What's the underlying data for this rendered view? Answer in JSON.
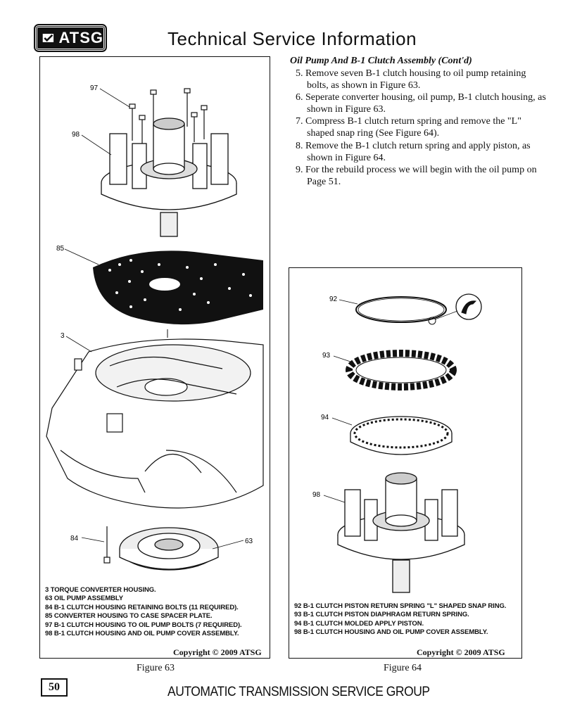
{
  "header": {
    "logo_text": "ATSG",
    "title": "Technical Service Information"
  },
  "section": {
    "heading": "Oil Pump And B-1 Clutch Assembly (Cont'd)",
    "steps": [
      "5. Remove seven B-1 clutch housing to oil pump retaining bolts, as shown in Figure 63.",
      "6. Seperate converter housing, oil pump, B-1 clutch housing, as shown in Figure 63.",
      "7. Compress B-1 clutch return spring and remove the \"L\" shaped snap ring  (See Figure 64).",
      "8. Remove the B-1 clutch return spring and apply piston, as shown in Figure 64.",
      "9. For the rebuild process we will begin with the oil pump on Page 51."
    ]
  },
  "figure63": {
    "callouts": {
      "c97": "97",
      "c98": "98",
      "c85": "85",
      "c3": "3",
      "c84": "84",
      "c63": "63"
    },
    "legend": [
      "3  TORQUE CONVERTER HOUSING.",
      "63  OIL PUMP ASSEMBLY",
      "84  B-1 CLUTCH HOUSING RETAINING BOLTS  (11 REQUIRED).",
      "85  CONVERTER HOUSING TO CASE SPACER PLATE.",
      "97  B-1 CLUTCH HOUSING TO OIL PUMP BOLTS  (7 REQUIRED).",
      "98  B-1 CLUTCH HOUSING AND OIL PUMP COVER ASSEMBLY."
    ],
    "copyright": "Copyright © 2009 ATSG",
    "caption": "Figure 63"
  },
  "figure64": {
    "callouts": {
      "c92": "92",
      "c93": "93",
      "c94": "94",
      "c98": "98"
    },
    "legend": [
      "92  B-1 CLUTCH PISTON RETURN SPRING \"L\" SHAPED SNAP RING.",
      "93  B-1 CLUTCH PISTON DIAPHRAGM RETURN SPRING.",
      "94  B-1 CLUTCH MOLDED APPLY PISTON.",
      "98  B-1 CLUTCH HOUSING AND OIL PUMP COVER ASSEMBLY."
    ],
    "copyright": "Copyright © 2009 ATSG",
    "caption": "Figure 64"
  },
  "footer": {
    "page_number": "50",
    "text": "AUTOMATIC TRANSMISSION SERVICE GROUP"
  }
}
